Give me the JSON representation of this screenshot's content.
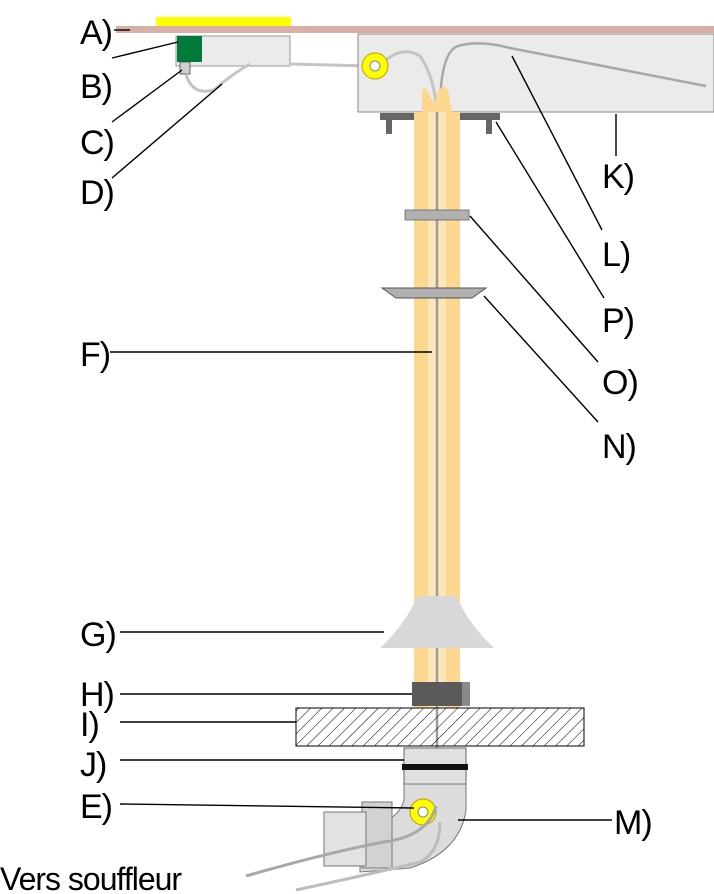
{
  "labels": {
    "A": "A)",
    "B": "B)",
    "C": "C)",
    "D": "D)",
    "E": "E)",
    "F": "F)",
    "G": "G)",
    "H": "H)",
    "I": "I)",
    "J": "J)",
    "K": "K)",
    "L": "L)",
    "M": "M)",
    "N": "N)",
    "O": "O)",
    "P": "P)"
  },
  "caption": "Vers souffleur",
  "colors": {
    "tube": "#fcd790",
    "plate": "#d8b0a5",
    "yellow": "#ffff00",
    "green": "#007a3a",
    "grey": "#bfbfbf",
    "lightgrey": "#dcdcdc",
    "box": "#ebebeb",
    "dark": "#555555"
  }
}
